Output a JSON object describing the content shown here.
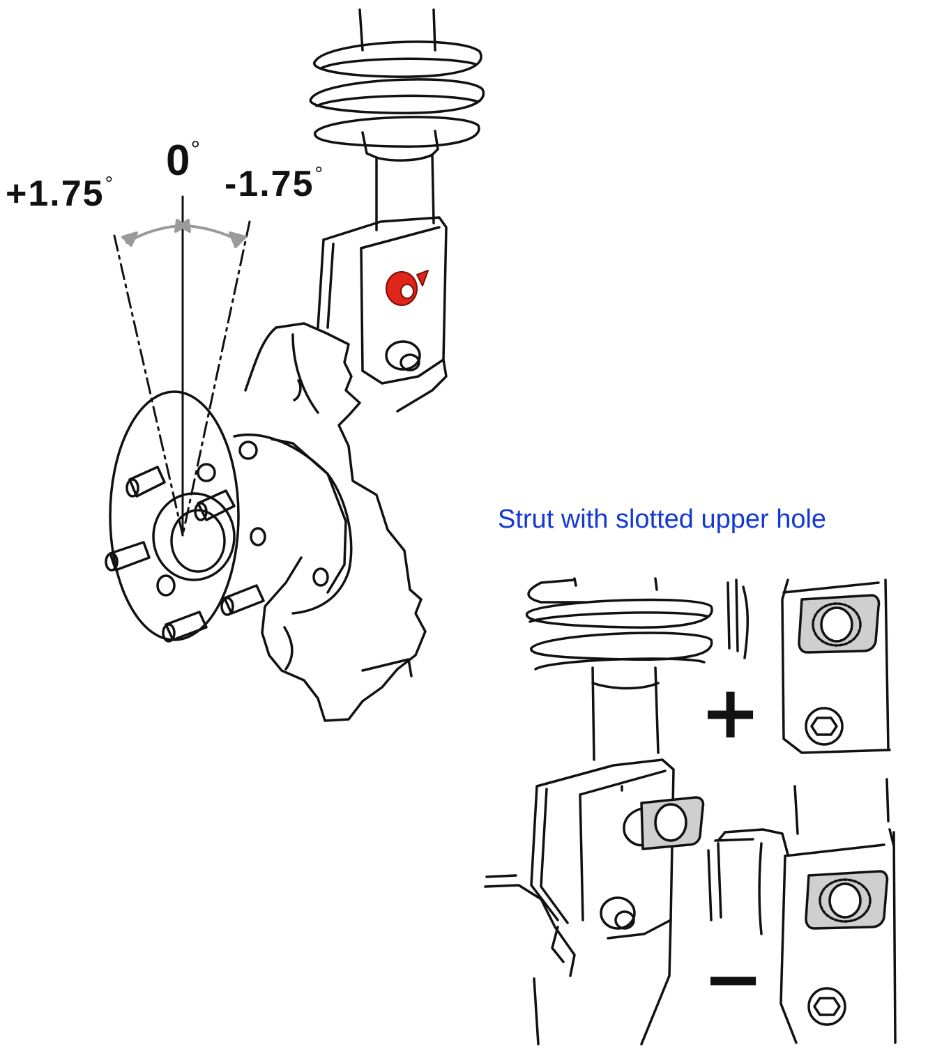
{
  "diagram": {
    "angles": {
      "positive": {
        "value": "+1.75",
        "degree": "°"
      },
      "zero": {
        "value": "0",
        "degree": "°"
      },
      "negative": {
        "value": "-1.75",
        "degree": "°"
      }
    },
    "inset": {
      "title": "Strut with slotted upper hole",
      "plus_sign": "+",
      "minus_sign": "−"
    },
    "colors": {
      "line": "#111111",
      "arrow": "#9a9a9a",
      "highlight_bolt": "#e0251b",
      "plate_fill": "#cfcfcf",
      "title_text": "#1238d6"
    }
  }
}
